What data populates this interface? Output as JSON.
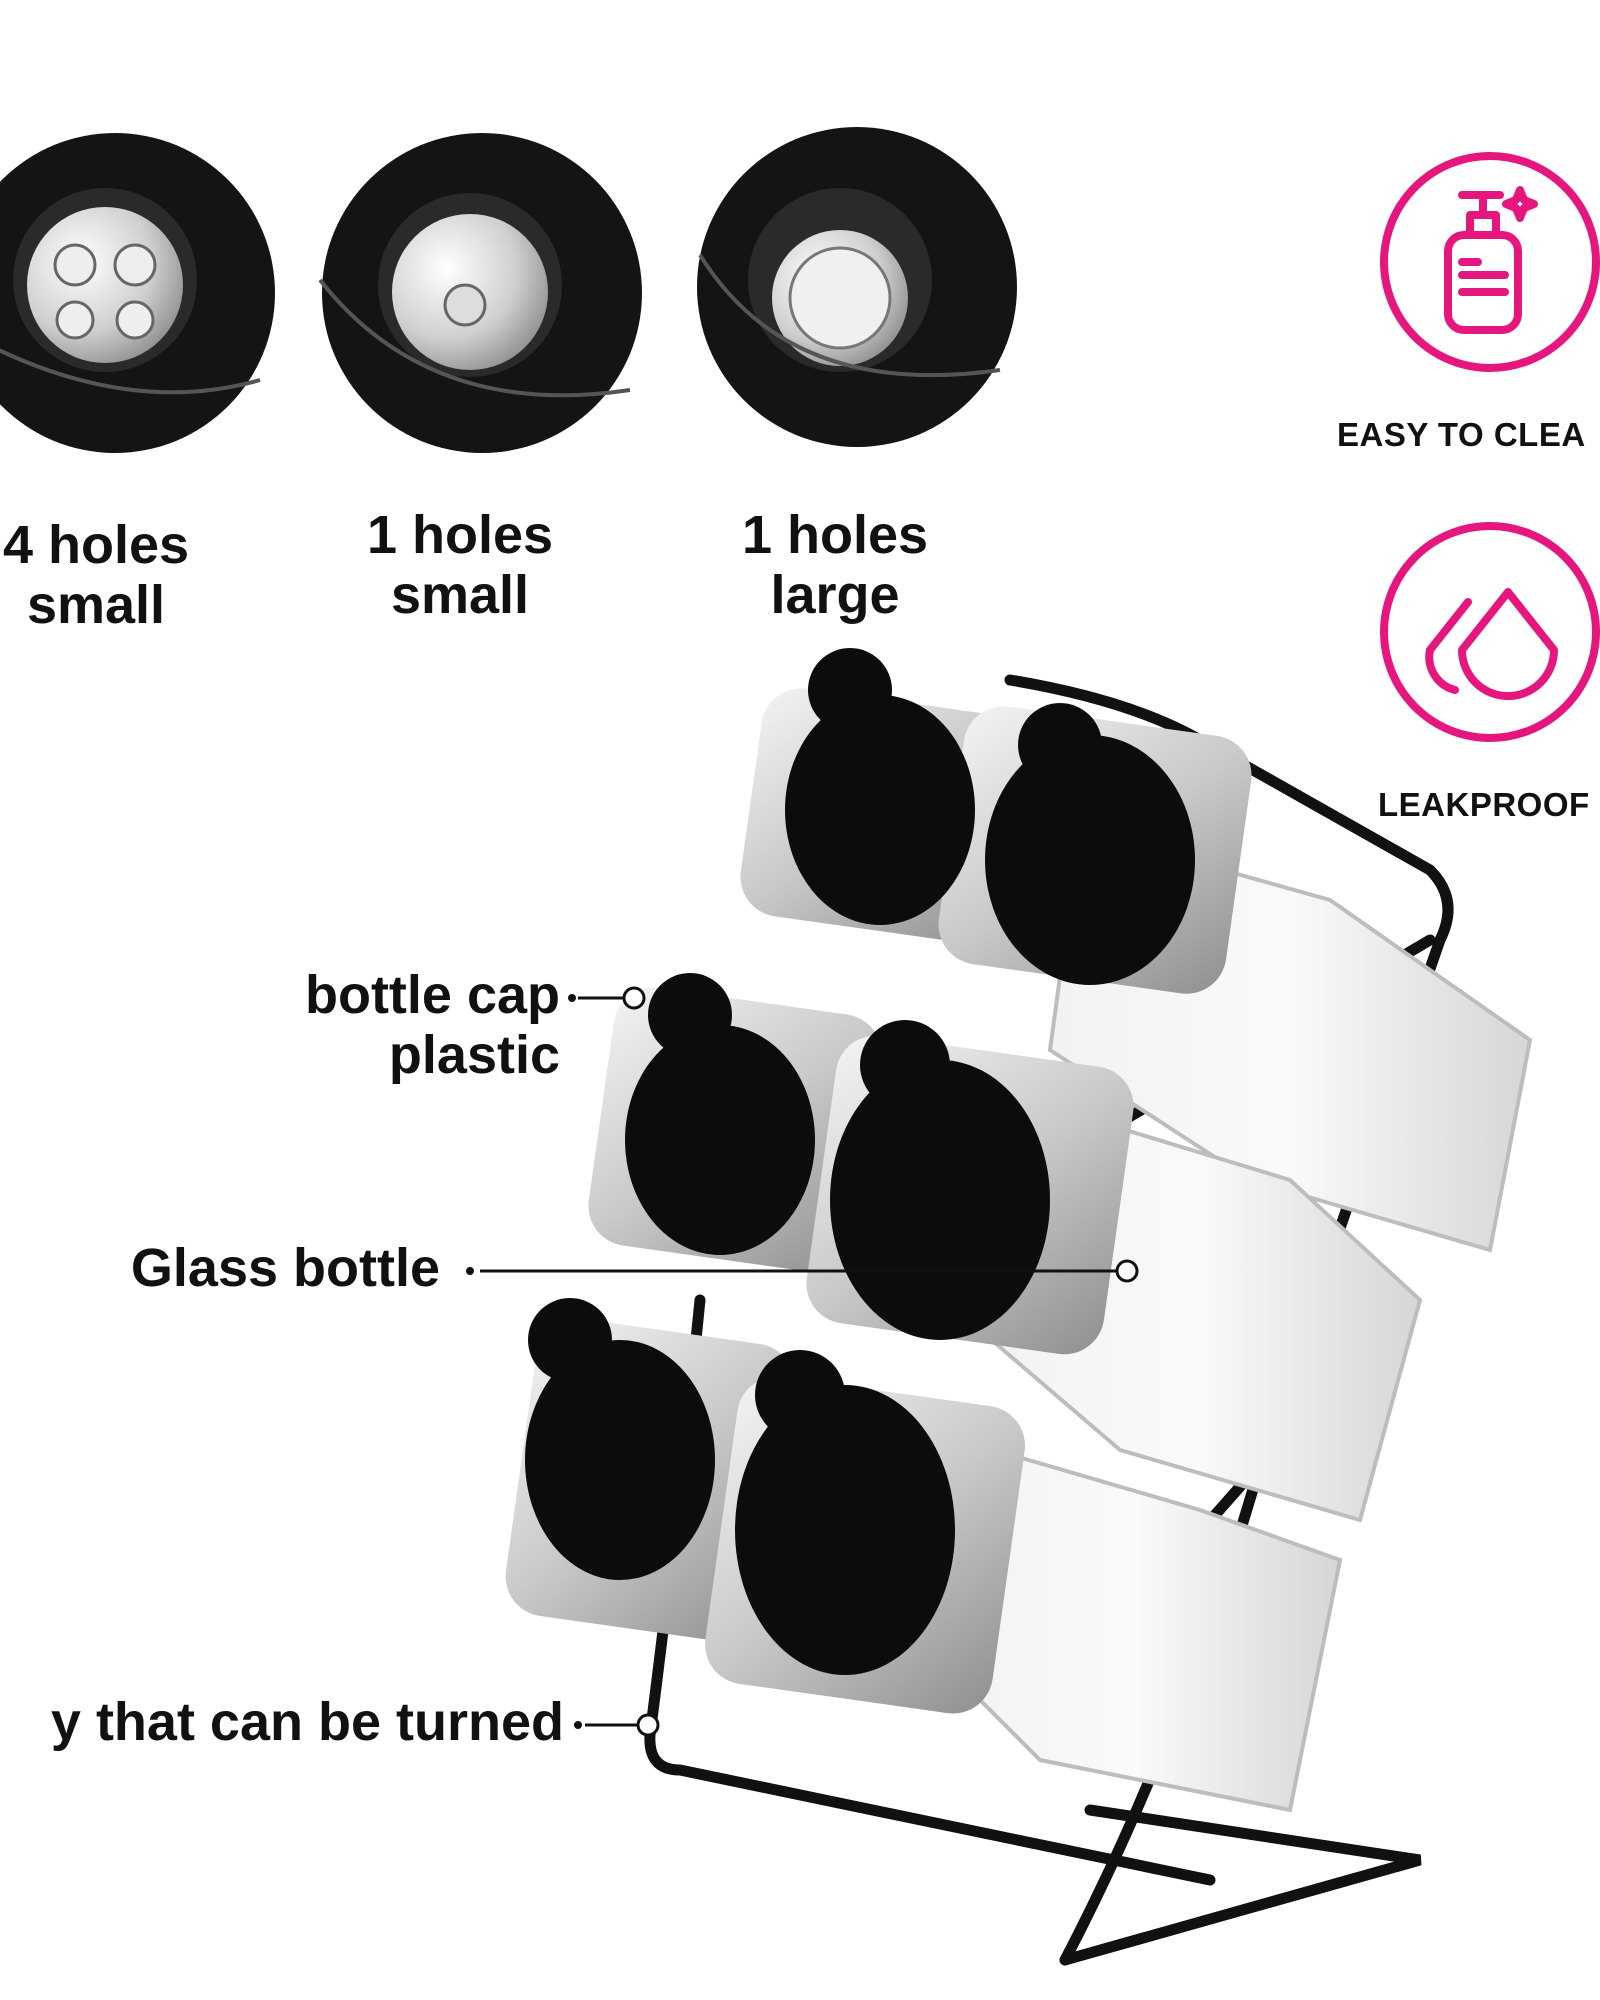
{
  "cap_options": [
    {
      "line1": "4 holes",
      "line2": "small"
    },
    {
      "line1": "1 holes",
      "line2": "small"
    },
    {
      "line1": "1 holes",
      "line2": "large"
    }
  ],
  "features": [
    {
      "label": "EASY TO CLEA",
      "icon": "soap-bottle-icon"
    },
    {
      "label": "LEAKPROOF",
      "icon": "water-drops-icon"
    }
  ],
  "annotations": {
    "cap_line1": "bottle cap",
    "cap_line2": "plastic",
    "glass": "Glass bottle",
    "rack": "y that can be turned"
  },
  "colors": {
    "accent": "#e5177e",
    "text": "#111111"
  }
}
